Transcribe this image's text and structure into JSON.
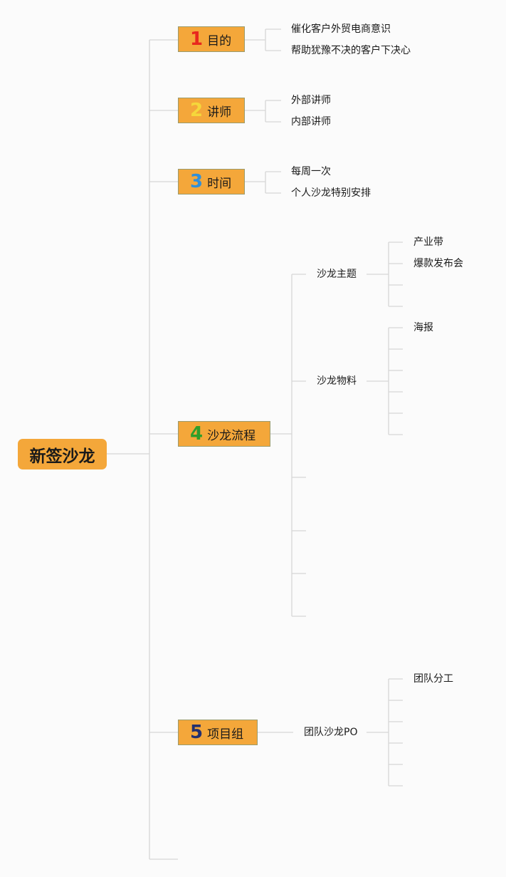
{
  "root": {
    "label": "新签沙龙"
  },
  "branches": [
    {
      "num": "1",
      "num_color": "#e8281e",
      "label": "目的",
      "children": [
        "催化客户外贸电商意识",
        "帮助犹豫不决的客户下决心"
      ]
    },
    {
      "num": "2",
      "num_color": "#f5d73b",
      "label": "讲师",
      "children": [
        "外部讲师",
        "内部讲师"
      ]
    },
    {
      "num": "3",
      "num_color": "#2f8fd8",
      "label": "时间",
      "children": [
        "每周一次",
        "个人沙龙特别安排"
      ]
    },
    {
      "num": "4",
      "num_color": "#2f9e2a",
      "label": "沙龙流程",
      "children": [
        {
          "label": "沙龙主题",
          "children": [
            "产业带",
            "爆款发布会"
          ]
        },
        {
          "label": "沙龙物料",
          "children": [
            "海报"
          ]
        }
      ]
    },
    {
      "num": "5",
      "num_color": "#24306e",
      "label": "项目组",
      "children": [
        {
          "label": "团队沙龙PO",
          "children": [
            "团队分工"
          ]
        }
      ]
    }
  ]
}
